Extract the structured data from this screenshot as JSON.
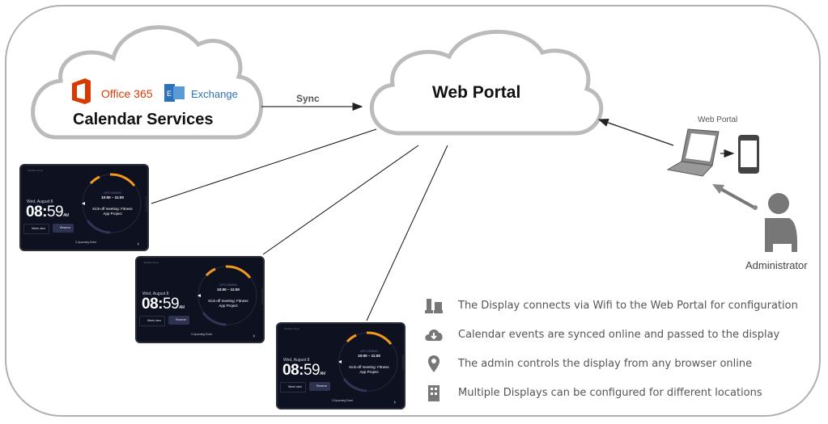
{
  "calendar_cloud": {
    "office_label": "Office 365",
    "exchange_label": "Exchange",
    "title": "Calendar Services",
    "office_color": "#d83b01",
    "exchange_color": "#2d72b8"
  },
  "sync_label": "Sync",
  "portal_cloud": {
    "title": "Web Portal"
  },
  "admin": {
    "portal_label": "Web Portal",
    "admin_label": "Administrator"
  },
  "tablet": {
    "zone": "Vacation Zone",
    "date": "Wed, August 8",
    "hh": "08:",
    "mm": "59",
    "ampm": "AM",
    "week_view": "Week view",
    "reserve": "Reserve",
    "upcoming": "UPCOMING",
    "slot": "10:00 – 11:00",
    "meeting": "Kick-off meeting: Fitness App Project",
    "footer": "3 Upcoming Event",
    "accent": "#f39a1e",
    "bg": "#0e1120"
  },
  "legend": [
    {
      "icon": "chess-icon",
      "text": "The Display connects via Wifi to the Web Portal for configuration"
    },
    {
      "icon": "cloud-download-icon",
      "text": "Calendar events are synced online and passed to the display"
    },
    {
      "icon": "map-pin-icon",
      "text": "The admin controls the display from any browser online"
    },
    {
      "icon": "building-icon",
      "text": "Multiple Displays can be configured for different locations"
    }
  ]
}
